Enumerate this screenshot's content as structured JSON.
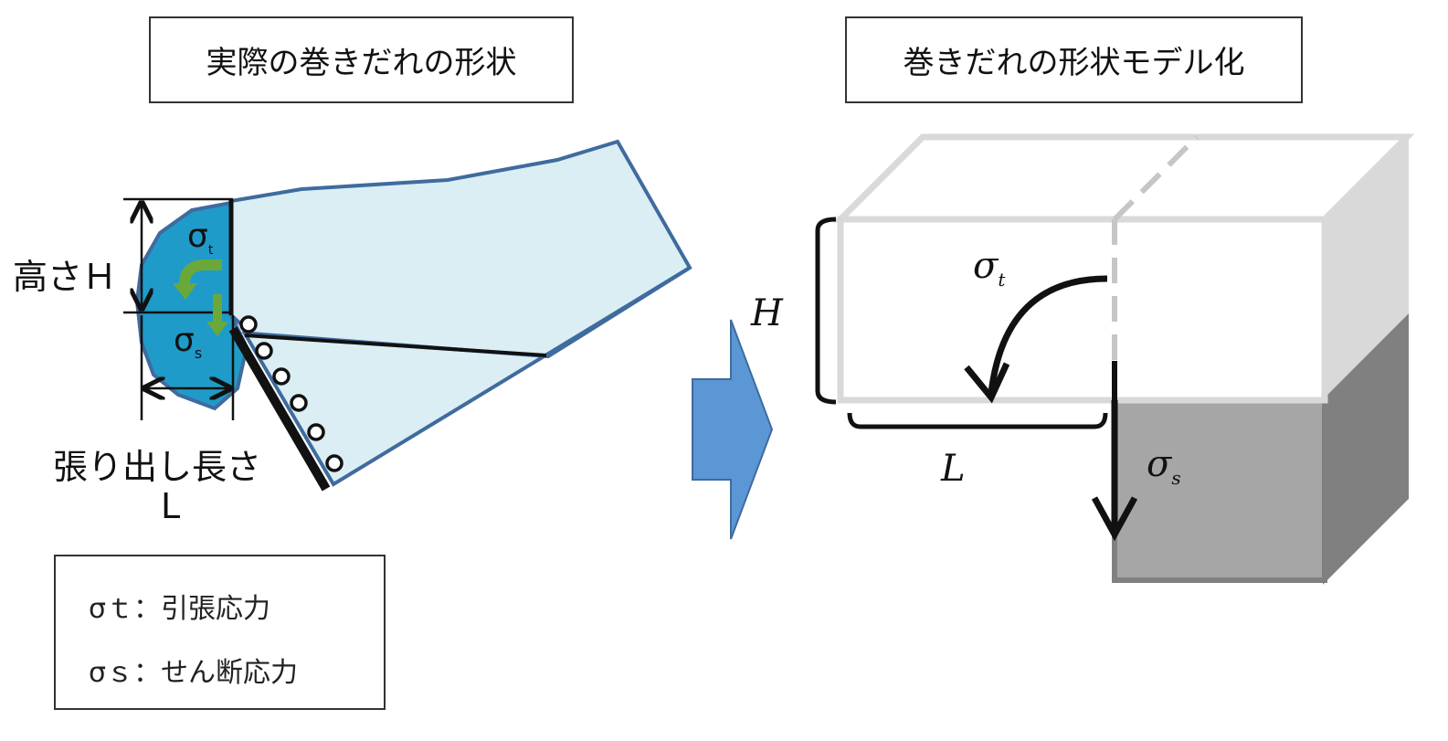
{
  "left": {
    "title": "実際の巻きだれの形状",
    "height_label": "高さＨ",
    "overhang_label": "張り出し長さ",
    "overhang_symbol": "L",
    "sigma_t": "σ",
    "sigma_t_sub": "t",
    "sigma_s": "σ",
    "sigma_s_sub": "s"
  },
  "legend": {
    "row1": "σｔ：引張応力",
    "row2": "σｓ：せん断応力"
  },
  "right": {
    "title": "巻きだれの形状モデル化",
    "H": "H",
    "L": "L",
    "sigma_t": "σ",
    "sigma_t_sub": "t",
    "sigma_s": "σ",
    "sigma_s_sub": "s"
  },
  "colors": {
    "slab_fill": "#daeef4",
    "slab_stroke": "#3f6b9e",
    "bulge_fill": "#1f9bc9",
    "green_arrow": "#6aa83a",
    "big_arrow": "#5b97d5",
    "model_edge": "#d9d9d9",
    "lower_front": "#a6a6a6",
    "lower_side": "#808080"
  }
}
